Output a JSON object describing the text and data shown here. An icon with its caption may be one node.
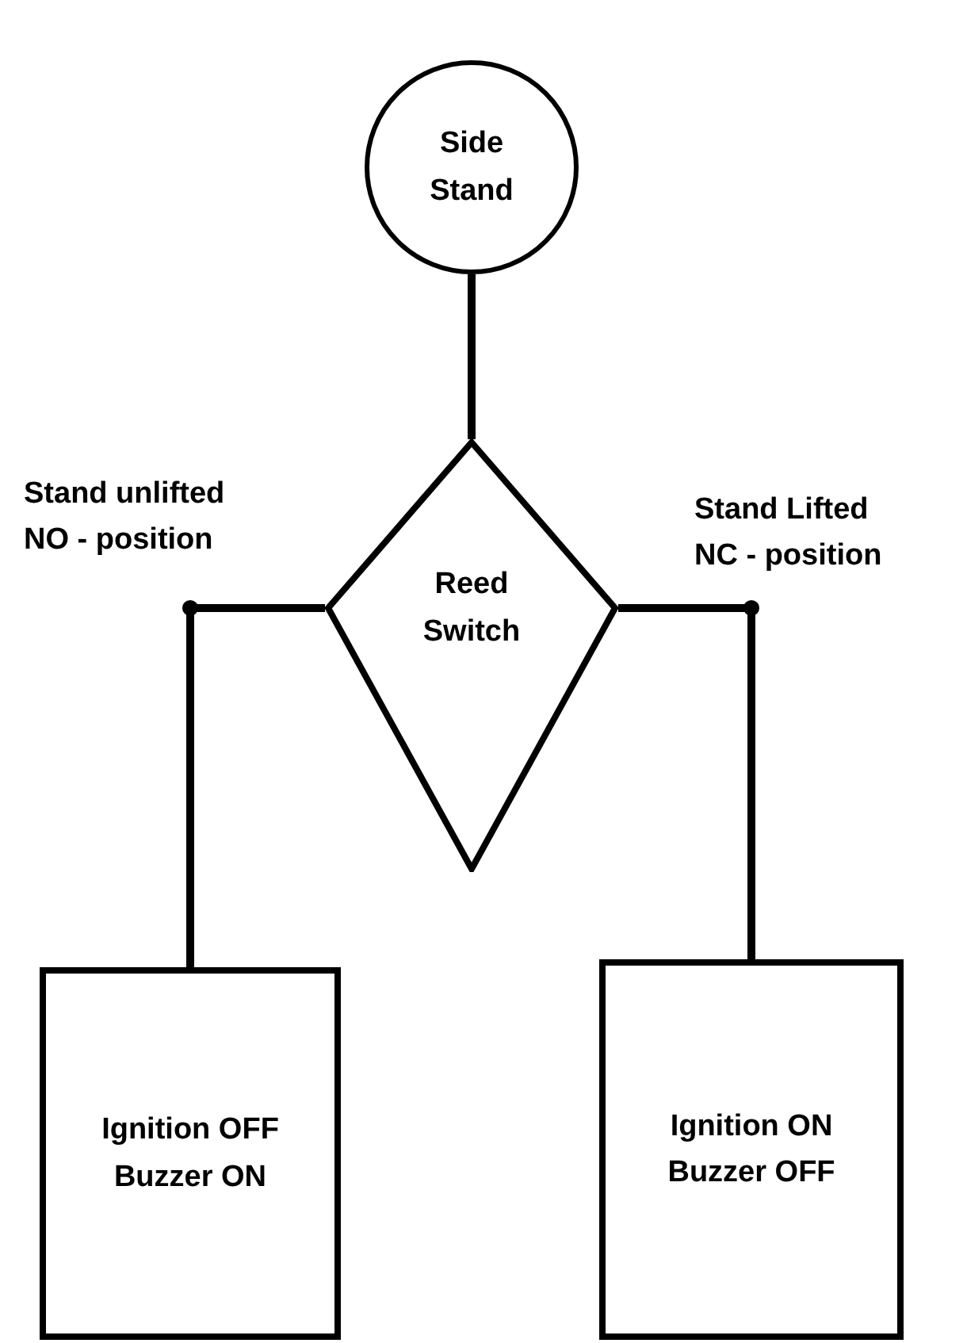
{
  "diagram": {
    "nodes": [
      {
        "text": [
          "Side Stand"
        ]
      },
      {
        "text": [
          "Reed Switch"
        ]
      },
      {
        "text": [
          "Ignition OFF Buzzer ON"
        ]
      },
      {
        "text": [
          "Ignition ON Buzzer OFF"
        ]
      }
    ],
    "edges": [
      {
        "from": 0,
        "to": 1,
        "arrow": "none"
      },
      {
        "from": 1,
        "to": 2,
        "arrow": "none",
        "label": "Stand unlifted NO - position"
      },
      {
        "from": 1,
        "to": 3,
        "arrow": "none",
        "label": "Stand Lifted NC - position"
      }
    ]
  }
}
